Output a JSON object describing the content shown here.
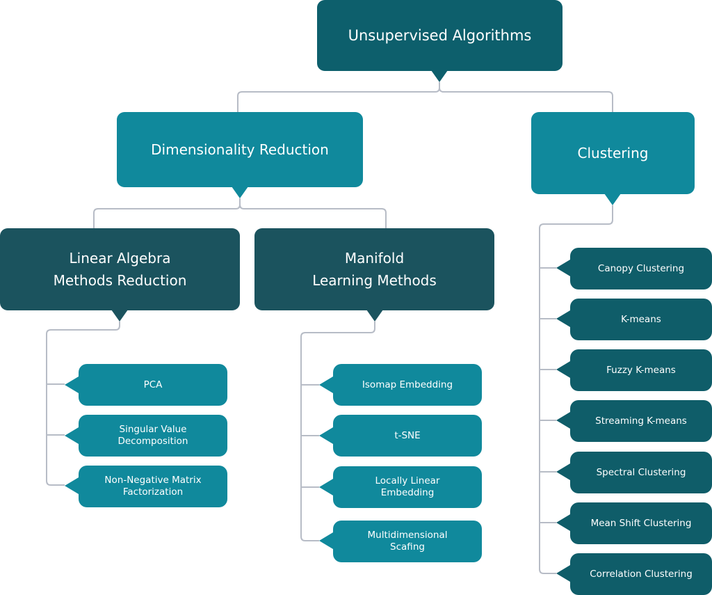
{
  "colors": {
    "root": "#0d5f6c",
    "level1": "#10899c",
    "level2": "#1b535e",
    "leaf_teal": "#10899c",
    "leaf_dark": "#0f5d69",
    "connector": "#b7bcc6"
  },
  "root": {
    "label": "Unsupervised Algorithms"
  },
  "dimensionality_reduction": {
    "label": "Dimensionality Reduction",
    "linear_algebra": {
      "label_line1": "Linear Algebra",
      "label_line2": "Methods Reduction",
      "items": [
        {
          "line1": "PCA",
          "line2": ""
        },
        {
          "line1": "Singular Value",
          "line2": "Decomposition"
        },
        {
          "line1": "Non-Negative Matrix",
          "line2": "Factorization"
        }
      ]
    },
    "manifold": {
      "label_line1": "Manifold",
      "label_line2": "Learning Methods",
      "items": [
        {
          "line1": "Isomap Embedding",
          "line2": ""
        },
        {
          "line1": "t-SNE",
          "line2": ""
        },
        {
          "line1": "Locally Linear",
          "line2": "Embedding"
        },
        {
          "line1": "Multidimensional",
          "line2": "Scafing"
        }
      ]
    }
  },
  "clustering": {
    "label": "Clustering",
    "items": [
      {
        "line1": "Canopy Clustering"
      },
      {
        "line1": "K-means"
      },
      {
        "line1": "Fuzzy K-means"
      },
      {
        "line1": "Streaming K-means"
      },
      {
        "line1": "Spectral Clustering"
      },
      {
        "line1": "Mean Shift Clustering"
      },
      {
        "line1": "Correlation Clustering"
      }
    ]
  }
}
